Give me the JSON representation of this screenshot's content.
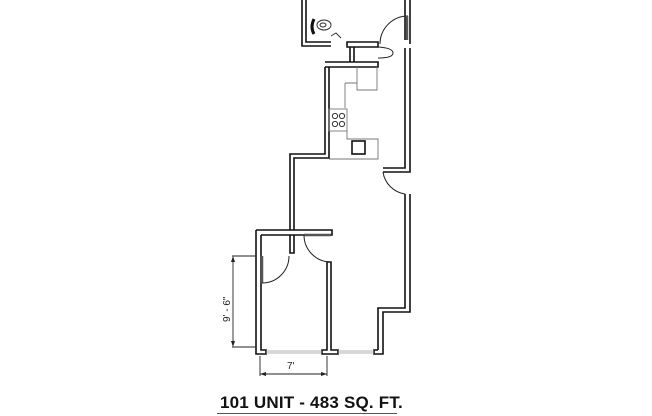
{
  "plan": {
    "title": "101 UNIT - 483 SQ. FT.",
    "dimensions": {
      "bedroom_height": "9' - 6\"",
      "bedroom_width": "7'"
    },
    "rooms": [
      "bathroom",
      "closet",
      "kitchen",
      "living-area",
      "bedroom"
    ],
    "fixtures": [
      "toilet",
      "stove",
      "sink",
      "doors",
      "windows"
    ]
  }
}
